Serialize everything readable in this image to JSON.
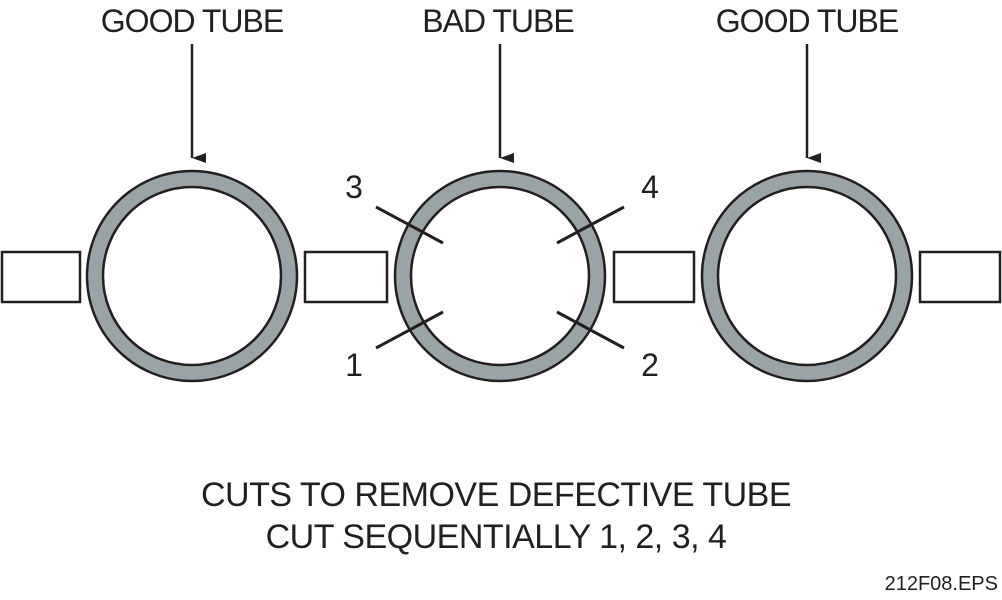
{
  "labels": {
    "left_tube": "GOOD TUBE",
    "center_tube": "BAD TUBE",
    "right_tube": "GOOD TUBE"
  },
  "cuts": {
    "cut1": "1",
    "cut2": "2",
    "cut3": "3",
    "cut4": "4"
  },
  "caption": {
    "line1": "CUTS TO REMOVE DEFECTIVE TUBE",
    "line2": "CUT SEQUENTIALLY 1, 2, 3, 4"
  },
  "figure_id": "212F08.EPS",
  "colors": {
    "tube_wall": "#9aa3a5",
    "stroke": "#231f20",
    "background": "#ffffff"
  }
}
